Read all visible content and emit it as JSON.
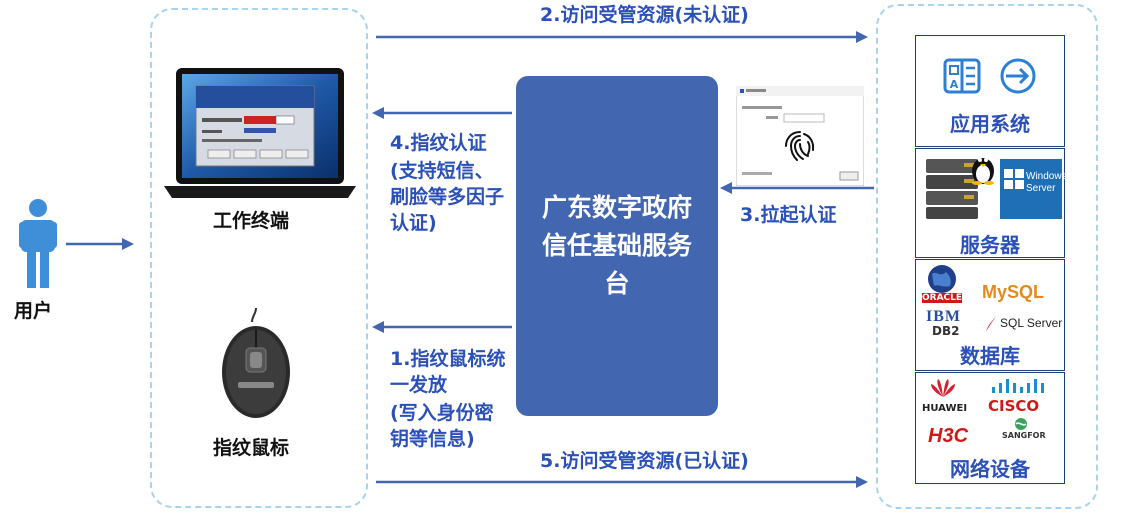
{
  "actors": {
    "user": "用户",
    "terminal": "工作终端",
    "mouse": "指纹鼠标"
  },
  "center": {
    "label": "广东数字政府信任基础服务台"
  },
  "arrows": {
    "step2": "2.访问受管资源(未认证)",
    "step3": "3.拉起认证",
    "step4_title": "4.指纹认证",
    "step4_detail": "(支持短信、刷脸等多因子认证)",
    "step1_title": "1.指纹鼠标统一发放",
    "step1_detail": "(写入身份密钥等信息)",
    "step5": "5.访问受管资源(已认证)"
  },
  "resources": {
    "app": "应用系统",
    "server": "服务器",
    "server_os": "Windows Server",
    "db": "数据库",
    "db_logos": {
      "oracle": "ORACLE",
      "mysql": "MySQL",
      "ibm": "IBM",
      "db2": "DB2",
      "mssql": "SQL Server"
    },
    "net": "网络设备",
    "net_logos": {
      "huawei": "HUAWEI",
      "cisco": "CISCO",
      "h3c": "H3C",
      "sangfor": "SANGFOR"
    }
  },
  "colors": {
    "accent": "#2b51b8",
    "center_fill": "#4266b0",
    "dashed_border": "#a9d3ec",
    "arrow": "#4266b0"
  }
}
